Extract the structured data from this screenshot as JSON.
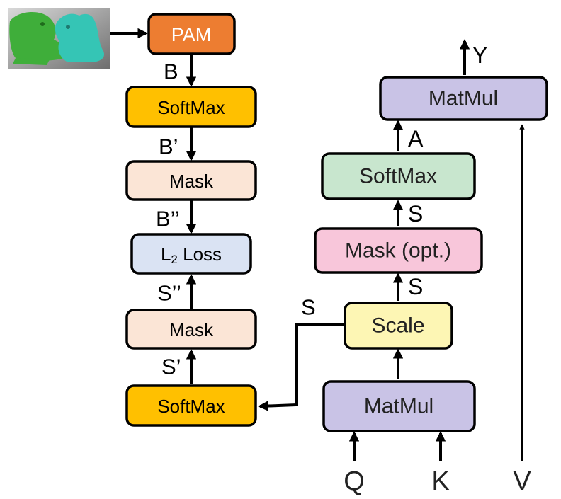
{
  "left_flow": {
    "pam": "PAM",
    "softmax_top": "SoftMax",
    "mask_top": "Mask",
    "l2_loss_main": "L",
    "l2_loss_sub": "2",
    "l2_loss_rest": " Loss",
    "mask_bottom": "Mask",
    "softmax_bottom": "SoftMax",
    "edge_b": "B",
    "edge_b_prime": "B’",
    "edge_b_double": "B’’",
    "edge_s_double": "S’’",
    "edge_s_prime": "S’",
    "edge_s_cross": "S"
  },
  "right_flow": {
    "matmul_top": "MatMul",
    "softmax": "SoftMax",
    "mask": "Mask (opt.)",
    "scale": "Scale",
    "matmul_bottom": "MatMul",
    "output_y": "Y",
    "edge_a": "A",
    "edge_s_upper": "S",
    "edge_s_lower": "S",
    "input_q": "Q",
    "input_k": "K",
    "input_v": "V"
  },
  "colors": {
    "pam": "#ED7D31",
    "softmax_orange": "#FFC000",
    "mask_peach": "#FBE5D6",
    "l2_blue": "#DAE3F3",
    "matmul_purple": "#C9C3E6",
    "softmax_green": "#C8E6CE",
    "mask_pink": "#F8C6DA",
    "scale_yellow": "#FDF6B4",
    "thumbnail_green": "#3FAE3A",
    "thumbnail_cyan": "#35C5B5"
  }
}
